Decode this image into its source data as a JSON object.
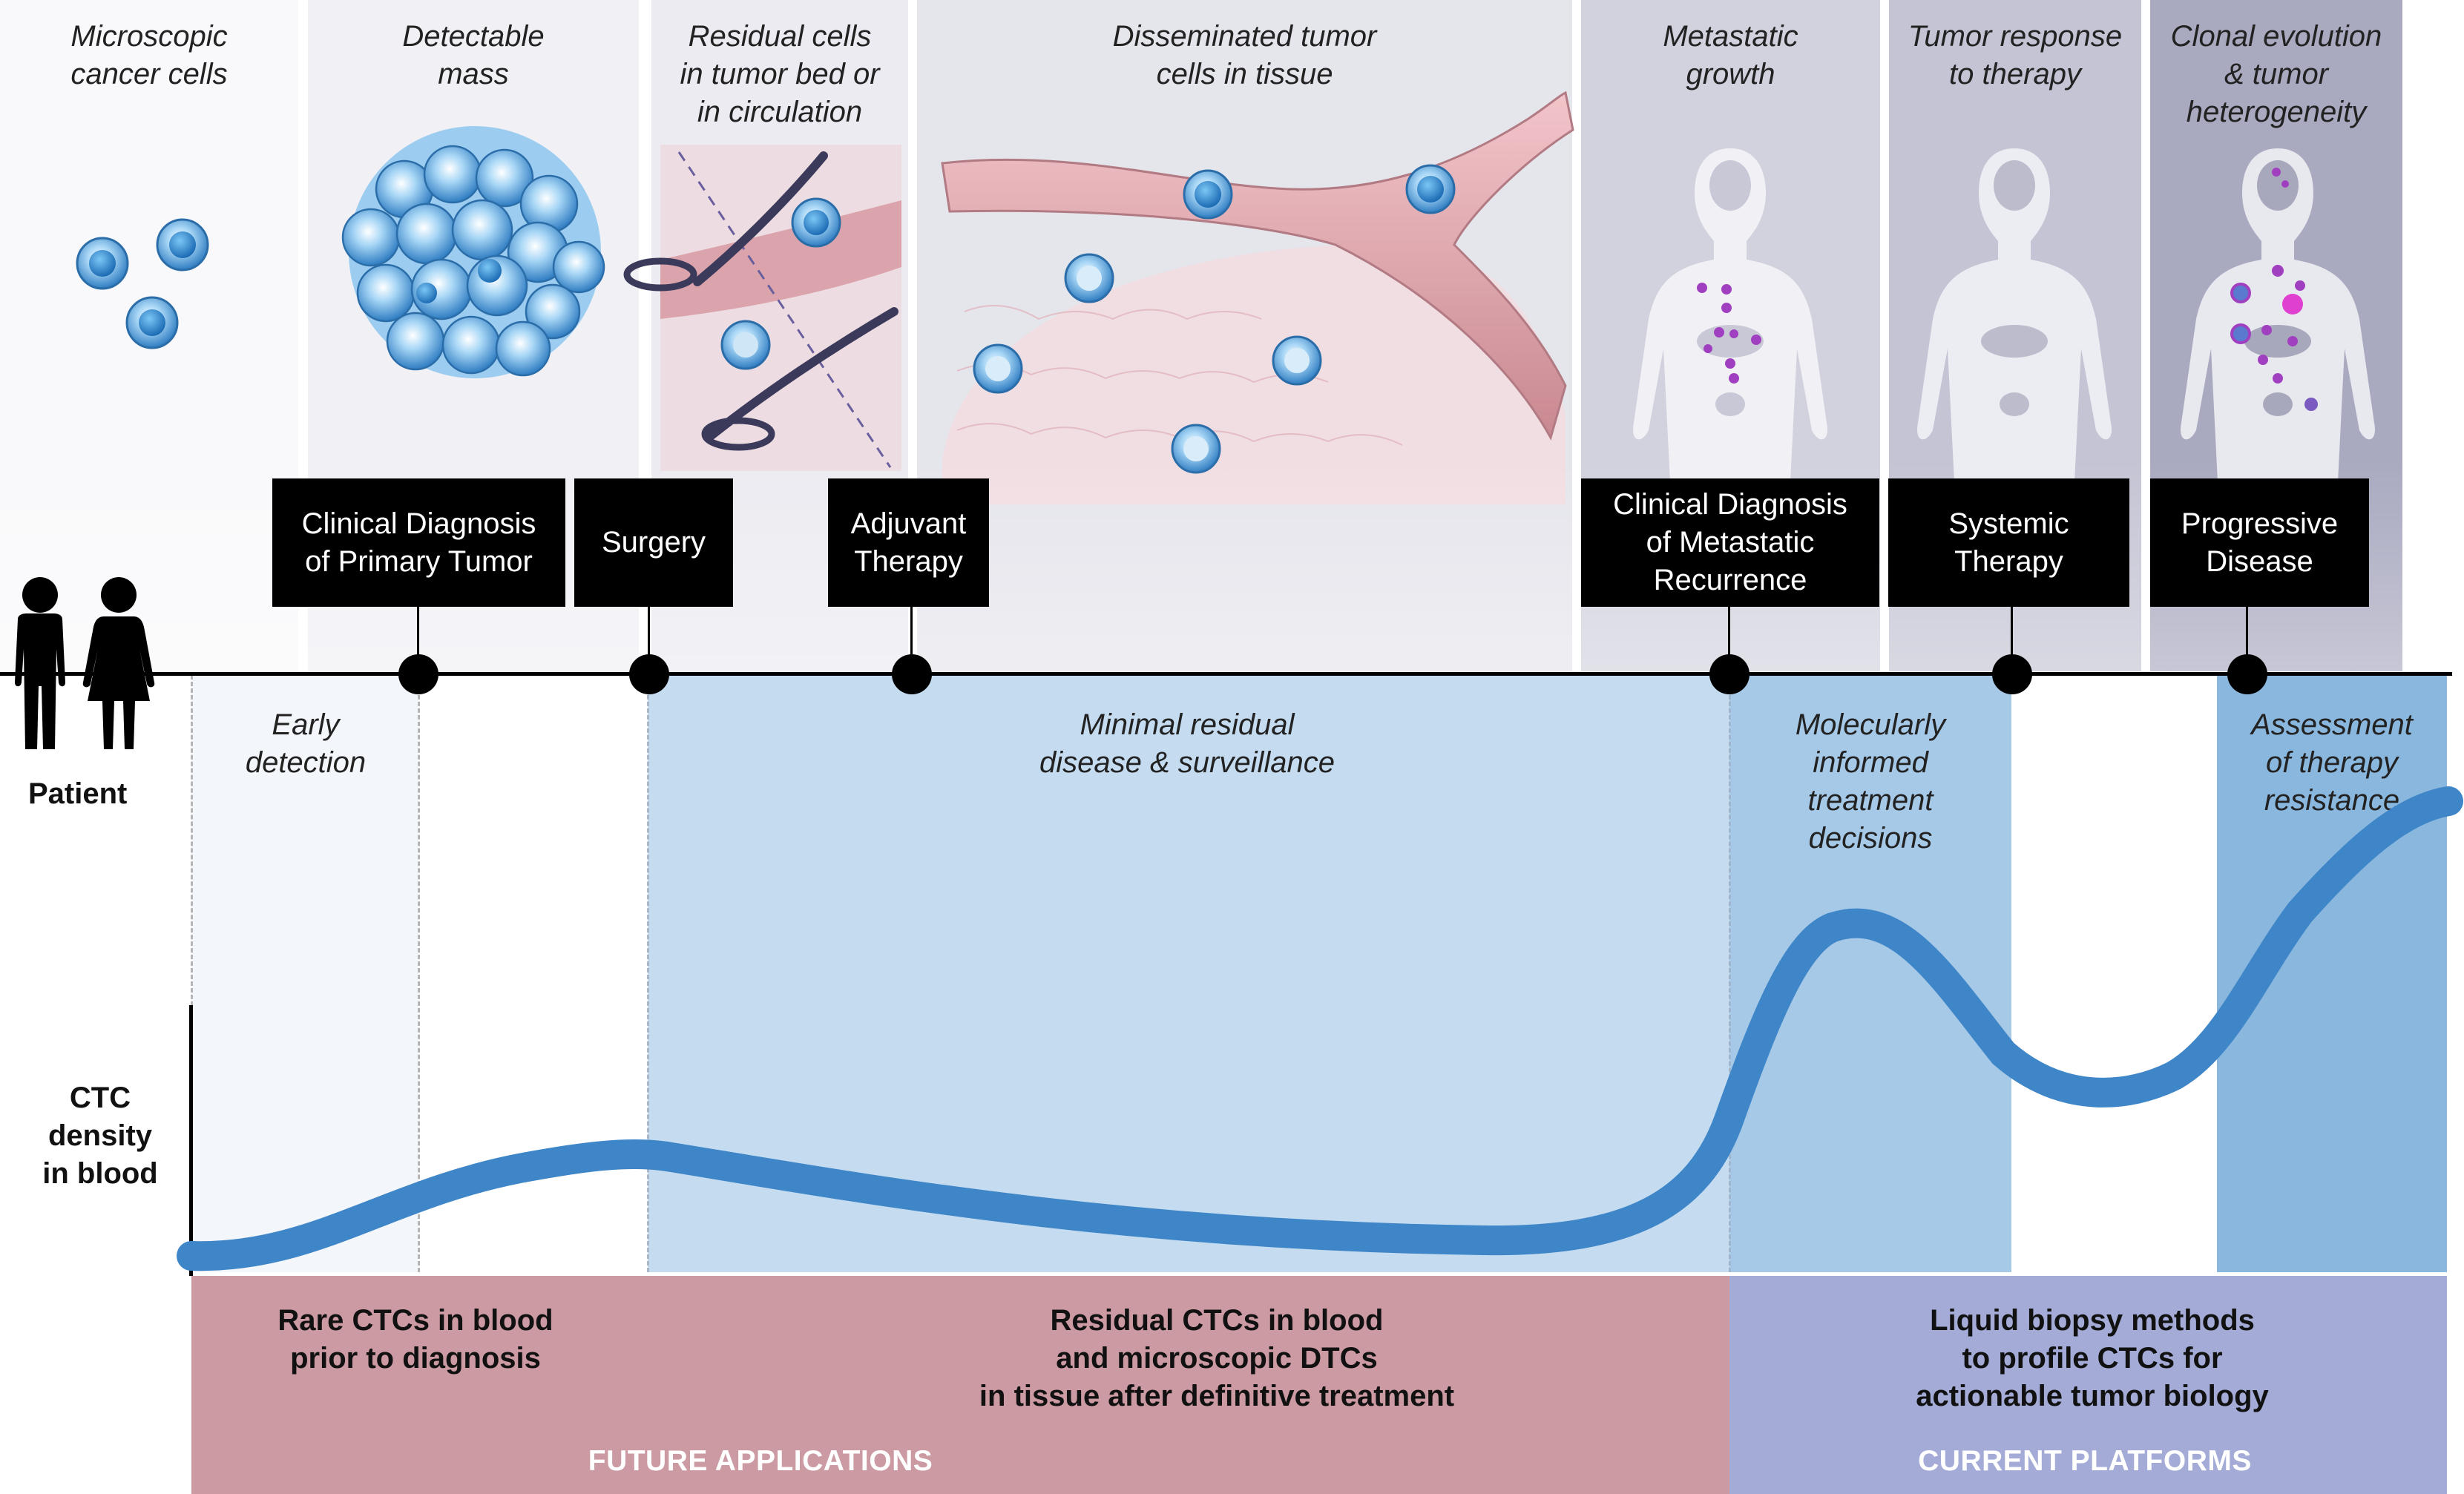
{
  "stages": [
    "Microscopic\ncancer cells",
    "Detectable\nmass",
    "Residual cells\nin tumor bed or\nin circulation",
    "Disseminated tumor\ncells in tissue",
    "Metastatic\ngrowth",
    "Tumor response\nto therapy",
    "Clonal evolution\n& tumor\nheterogeneity"
  ],
  "events": [
    "Clinical Diagnosis\nof Primary Tumor",
    "Surgery",
    "Adjuvant\nTherapy",
    "Clinical Diagnosis\nof Metastatic\nRecurrence",
    "Systemic\nTherapy",
    "Progressive\nDisease"
  ],
  "applications": [
    "Early\ndetection",
    "Minimal residual\ndisease & surveillance",
    "Molecularly\ninformed\ntreatment\ndecisions",
    "Assessment\nof therapy\nresistance"
  ],
  "patient_label": "Patient",
  "y_axis_label": "CTC\ndensity\nin blood",
  "bottom": {
    "rare": "Rare CTCs in blood\nprior to diagnosis",
    "residual": "Residual CTCs in blood\nand microscopic DTCs\nin tissue after definitive treatment",
    "liquid": "Liquid biopsy methods\nto profile CTCs for\nactionable tumor biology",
    "future_label": "FUTURE APPLICATIONS",
    "current_label": "CURRENT PLATFORMS"
  },
  "colors": {
    "curve": "#3f86c8",
    "future_band": "#cc9aa2",
    "current_band": "#a3abd6",
    "mrd_band": "#c5dcf0",
    "molecular_band": "#a7c9e8",
    "resistance_band": "#8ab7de"
  }
}
